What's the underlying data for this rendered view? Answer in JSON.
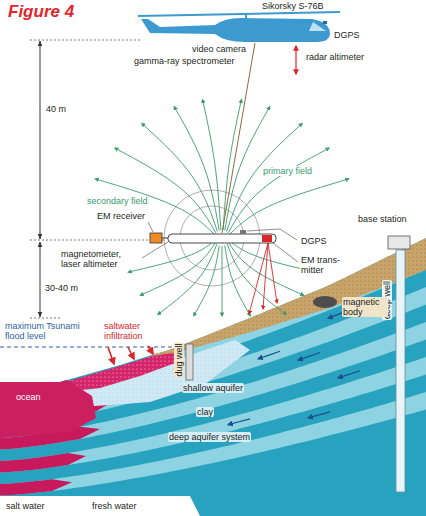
{
  "diagram": {
    "title": "Figure 4",
    "labels": [
      "Sikorsky S-76B",
      "DGPS",
      "video camera",
      "radar altimeter",
      "gamma-ray spectrometer",
      "40 m",
      "primary field",
      "base station",
      "secondary field",
      "EM receiver",
      "DGPS",
      "magnetometer, laser altimeter",
      "EM trans- mitter",
      "30-40 m",
      "deep well",
      "magnetic body",
      "maximum Tsunami flood level",
      "saltwater infiltration",
      "dug well",
      "ocean",
      "shallow aquifer",
      "clay",
      "deep aquifer system",
      "salt water",
      "fresh water"
    ]
  }
}
